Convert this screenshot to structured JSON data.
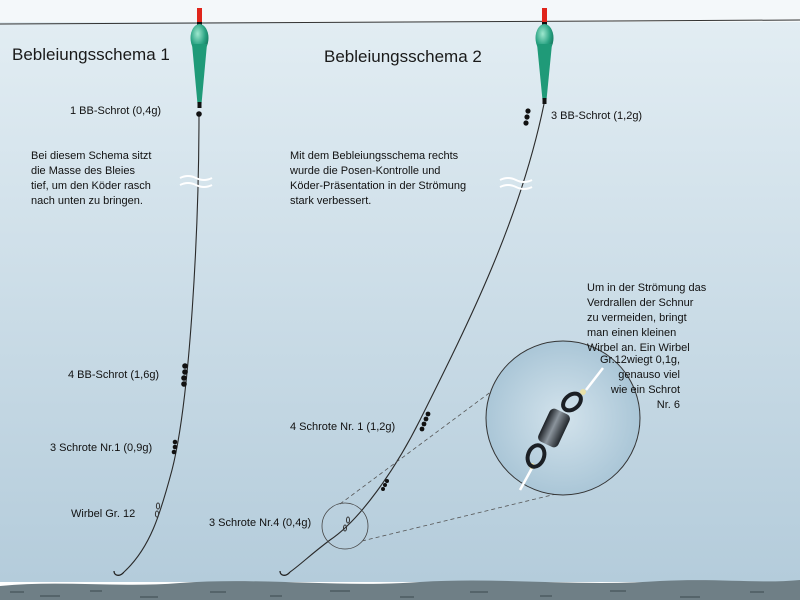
{
  "schema1": {
    "title": "Bebleiungsschema 1",
    "description": [
      "Bei diesem Schema sitzt",
      "die Masse des Bleies",
      "tief, um den Köder rasch",
      "nach unten zu bringen."
    ],
    "labels": {
      "top_shot": "1 BB-Schrot (0,4g)",
      "mid_shot": "4 BB-Schrot (1,6g)",
      "low_shot": "3 Schrote Nr.1 (0,9g)",
      "swivel": "Wirbel Gr. 12"
    }
  },
  "schema2": {
    "title": "Bebleiungsschema 2",
    "description": [
      "Mit dem Bebleiungsschema rechts",
      "wurde die Posen-Kontrolle und",
      "Köder-Präsentation in der Strömung",
      "stark verbessert."
    ],
    "labels": {
      "top_shot": "3 BB-Schrot (1,2g)",
      "mid_shot": "4 Schrote Nr. 1 (1,2g)",
      "low_shot": "3 Schrote Nr.4 (0,4g)"
    }
  },
  "swivel_note": {
    "left_lines": [
      "Um in der Strömung das",
      "Verdrallen der Schnur",
      "zu vermeiden, bringt",
      "man einen kleinen",
      "Wirbel an. Ein Wirbel"
    ],
    "right_lines": [
      "Gr.12wiegt 0,1g,",
      "genauso viel",
      "wie ein Schrot",
      "Nr. 6"
    ]
  },
  "colors": {
    "water_top": "#dbe8ef",
    "water_bottom": "#b9d0de",
    "riverbed": "#6f7f86",
    "float_green": "#1f9a78",
    "float_tip": "#e0251b",
    "line": "#2a2a2a"
  }
}
